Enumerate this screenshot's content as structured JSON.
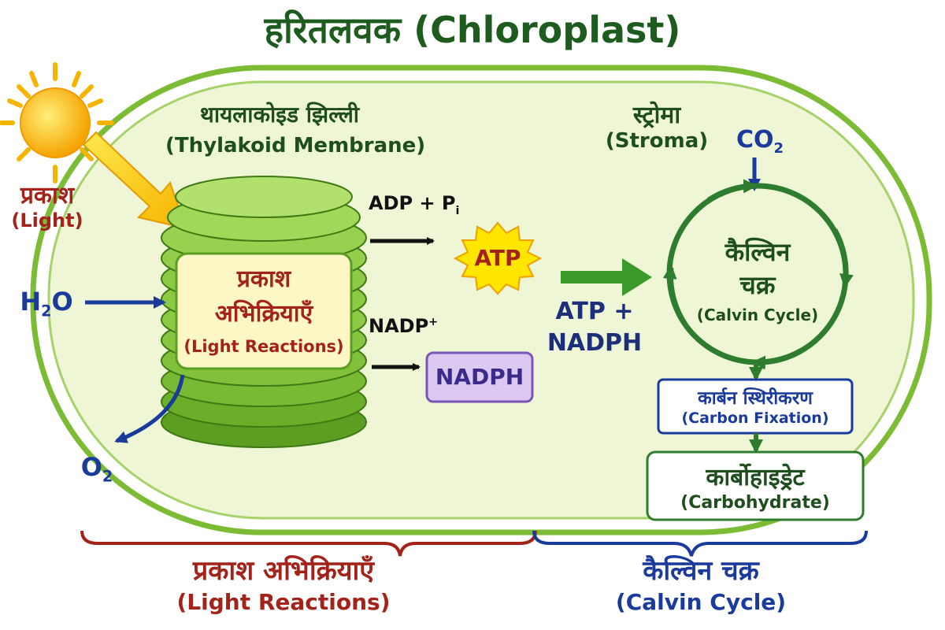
{
  "title": "हरितलवक (Chloroplast)",
  "thylakoid": {
    "hi": "थायलाकोइड झिल्ली",
    "en": "(Thylakoid Membrane)"
  },
  "stroma": {
    "hi": "स्ट्रोमा",
    "en": "(Stroma)"
  },
  "light": {
    "hi": "प्रकाश",
    "en": "(Light)"
  },
  "water": {
    "main": "H",
    "sub": "2",
    "tail": "O"
  },
  "oxygen": {
    "main": "O",
    "sub": "2"
  },
  "co2": {
    "main": "CO",
    "sub": "2"
  },
  "light_reactions_box": {
    "hi_line1": "प्रकाश",
    "hi_line2": "अभिक्रियाएँ",
    "en": "(Light Reactions)"
  },
  "adp": {
    "main": "ADP + P",
    "sub": "i"
  },
  "atp": "ATP",
  "nadp": {
    "main": "NADP",
    "sup": "+"
  },
  "nadph": "NADPH",
  "transfer": {
    "line1": "ATP +",
    "line2": "NADPH"
  },
  "calvin_center": {
    "hi_line1": "कैल्विन",
    "hi_line2": "चक्र",
    "en": "(Calvin Cycle)"
  },
  "carbon_fixation": {
    "hi": "कार्बन स्थिरीकरण",
    "en": "(Carbon Fixation)"
  },
  "carbohydrate": {
    "hi": "कार्बोहाइड्रेट",
    "en": "(Carbohydrate)"
  },
  "bottom_left": {
    "hi": "प्रकाश अभिक्रियाएँ",
    "en": "(Light Reactions)"
  },
  "bottom_right": {
    "hi": "कैल्विन चक्र",
    "en": "(Calvin Cycle)"
  },
  "colors": {
    "membrane": "#7cbb34",
    "stroma_fill": "#eef6d6",
    "disk": "#8cc63f",
    "disk_dark": "#4d8a1a",
    "sun": "#ffc20e",
    "red_text": "#a3231a",
    "blue_text": "#1a3a9c",
    "calvin_green": "#2e7d2e",
    "atp_star": "#ffe600",
    "nadph_box": "#dcc9f2"
  }
}
